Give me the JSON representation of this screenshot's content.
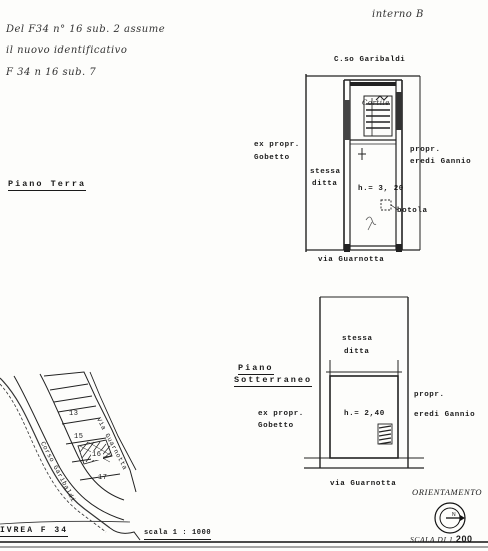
{
  "handwritten": {
    "interno": "interno B",
    "note_line1": "Del F34 n° 16 sub. 2 assume",
    "note_line2": "il nuovo identificativo",
    "note_line3": "F 34 n 16 sub. 7"
  },
  "ground_floor": {
    "title": "Piano   Terra",
    "street_top": "C.so   Garibaldi",
    "street_bottom": "via   Guarnotta",
    "left_owner_line1": "ex  propr.",
    "left_owner_line2": "Gobetto",
    "right_owner_line1": "propr.",
    "right_owner_line2": "eredi  Gannio",
    "same_line1": "stessa",
    "same_line2": "ditta",
    "height": "h.= 3, 20",
    "botola": "botola",
    "corridor_note": "Cortile"
  },
  "basement": {
    "title_line1": "Piano",
    "title_line2": "Sotterraneo",
    "same_line1": "stessa",
    "same_line2": "ditta",
    "height": "h.= 2,40",
    "left_owner_line1": "ex  propr.",
    "left_owner_line2": "Gobetto",
    "right_owner_line1": "propr.",
    "right_owner_line2": "eredi  Gannio",
    "street_bottom": "via   Guarnotta"
  },
  "orientation": {
    "label": "ORIENTAMENTO",
    "scale_prefix": "SCALA DI 1.",
    "scale_value": "200"
  },
  "map": {
    "parcel_13": "13",
    "parcel_15": "15",
    "parcel_16": "16",
    "parcel_17": "17",
    "street_left": "Corso Garibaldi",
    "street_right": "Via Guarnotta",
    "sheet_label": "IVREA     F 34",
    "scale_label": "scala   1 : 1000"
  }
}
